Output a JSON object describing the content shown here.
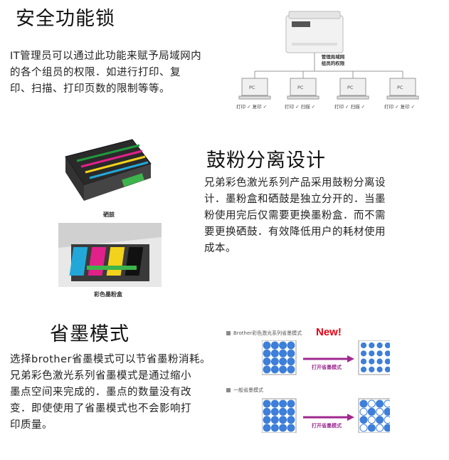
{
  "sections": {
    "security": {
      "title": "安全功能锁",
      "lines": [
        "IT管理员可以通过此功能来赋予局域网内",
        "的各个组员的权限．如进行打印、复",
        "印、扫描、打印页数的限制等等。"
      ],
      "diagram": {
        "printer_label": [
          "管理局域网",
          "组员的权限"
        ],
        "pc_label": "PC",
        "pc_tags": [
          "打印 ✓  复印 ✓",
          "打印 ✓  扫描 ✓",
          "打印 ✓  扫描 ✓",
          "打印 ✓  复印 ✓"
        ]
      }
    },
    "drum": {
      "title": "鼓粉分离设计",
      "lines": [
        "兄弟彩色激光系列产品采用鼓粉分离设",
        "计．墨粉盒和硒鼓是独立分开的．当墨",
        "粉使用完后仅需要更换墨粉盒．而不需",
        "要更换硒鼓．有效降低用户的耗材使用",
        "成本。"
      ],
      "drum_caption": "硒鼓",
      "toner_caption": "彩色墨粉盒"
    },
    "toner_save": {
      "title": "省墨模式",
      "lines": [
        "选择brother省墨模式可以节省墨粉消耗。",
        "兄弟彩色激光系列省墨模式是通过缩小",
        "墨点空间来完成的．墨点的数量没有改",
        "变．即使使用了省墨模式也不会影响打",
        "印质量。"
      ],
      "legend_brother": "Brother彩色激光系列省墨模式",
      "new_badge": "New!",
      "legend_general": "一般省墨模式",
      "arrow_label": "打开省墨模式"
    }
  },
  "colors": {
    "dot": "#3d7fd9",
    "arrow": "#a0298f",
    "new": "#e60012"
  }
}
